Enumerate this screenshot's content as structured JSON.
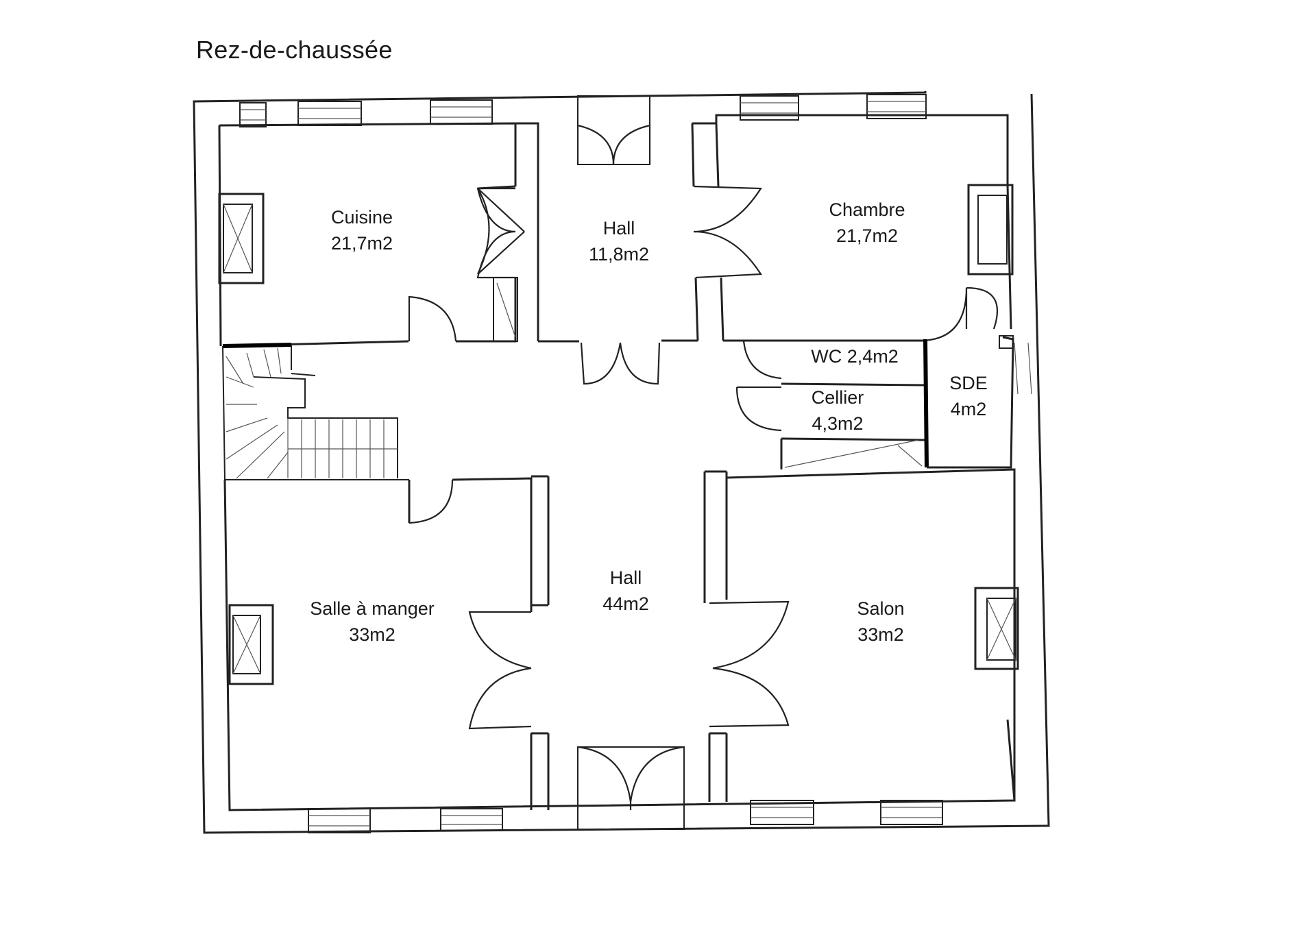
{
  "title": "Rez-de-chaussée",
  "rooms": {
    "cuisine": {
      "name": "Cuisine",
      "area": "21,7m2"
    },
    "hall_top": {
      "name": "Hall",
      "area": "11,8m2"
    },
    "chambre": {
      "name": "Chambre",
      "area": "21,7m2"
    },
    "wc": {
      "name": "WC 2,4m2"
    },
    "cellier": {
      "name": "Cellier",
      "area": "4,3m2"
    },
    "sde": {
      "name": "SDE",
      "area": "4m2"
    },
    "hall_main": {
      "name": "Hall",
      "area": "44m2"
    },
    "salle": {
      "name": "Salle à manger",
      "area": "33m2"
    },
    "salon": {
      "name": "Salon",
      "area": "33m2"
    }
  }
}
